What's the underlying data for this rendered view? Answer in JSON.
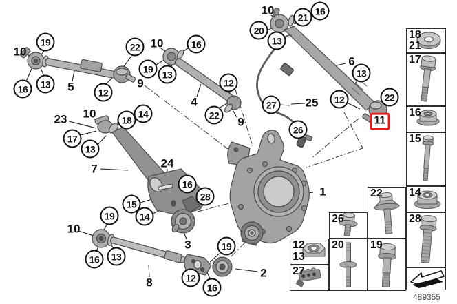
{
  "colors": {
    "highlight_red": "#e02020",
    "line_black": "#1a1a1a",
    "part_gray": "#a6a6a6"
  },
  "part_code": "489355",
  "diagram": {
    "callouts": [
      {
        "label": "10",
        "style": "plain"
      },
      {
        "label": "19",
        "style": "circle"
      },
      {
        "label": "16",
        "style": "circle"
      },
      {
        "label": "13",
        "style": "circle"
      },
      {
        "label": "5",
        "style": "plain"
      },
      {
        "label": "12",
        "style": "circle"
      },
      {
        "label": "22",
        "style": "circle"
      },
      {
        "label": "9",
        "style": "plain"
      },
      {
        "label": "10",
        "style": "plain"
      },
      {
        "label": "16",
        "style": "circle"
      },
      {
        "label": "19",
        "style": "circle"
      },
      {
        "label": "13",
        "style": "circle"
      },
      {
        "label": "4",
        "style": "plain"
      },
      {
        "label": "12",
        "style": "circle"
      },
      {
        "label": "22",
        "style": "circle"
      },
      {
        "label": "9",
        "style": "plain"
      },
      {
        "label": "10",
        "style": "plain"
      },
      {
        "label": "21",
        "style": "circle"
      },
      {
        "label": "16",
        "style": "circle"
      },
      {
        "label": "20",
        "style": "circle"
      },
      {
        "label": "13",
        "style": "circle"
      },
      {
        "label": "6",
        "style": "plain"
      },
      {
        "label": "13",
        "style": "circle"
      },
      {
        "label": "12",
        "style": "circle"
      },
      {
        "label": "22",
        "style": "circle"
      },
      {
        "label": "11",
        "style": "red-box"
      },
      {
        "label": "27",
        "style": "circle"
      },
      {
        "label": "25",
        "style": "plain"
      },
      {
        "label": "26",
        "style": "circle"
      },
      {
        "label": "23",
        "style": "plain"
      },
      {
        "label": "10",
        "style": "plain"
      },
      {
        "label": "17",
        "style": "circle"
      },
      {
        "label": "18",
        "style": "circle"
      },
      {
        "label": "14",
        "style": "circle"
      },
      {
        "label": "13",
        "style": "circle"
      },
      {
        "label": "7",
        "style": "plain"
      },
      {
        "label": "24",
        "style": "plain"
      },
      {
        "label": "16",
        "style": "circle"
      },
      {
        "label": "28",
        "style": "circle"
      },
      {
        "label": "15",
        "style": "circle"
      },
      {
        "label": "14",
        "style": "circle"
      },
      {
        "label": "3",
        "style": "plain"
      },
      {
        "label": "10",
        "style": "plain"
      },
      {
        "label": "19",
        "style": "circle"
      },
      {
        "label": "16",
        "style": "circle"
      },
      {
        "label": "13",
        "style": "circle"
      },
      {
        "label": "8",
        "style": "plain"
      },
      {
        "label": "12",
        "style": "circle"
      },
      {
        "label": "19",
        "style": "circle"
      },
      {
        "label": "16",
        "style": "circle"
      },
      {
        "label": "2",
        "style": "plain"
      },
      {
        "label": "1",
        "style": "plain"
      }
    ]
  },
  "legend": {
    "boxes": [
      {
        "labels": [
          "18",
          "21"
        ],
        "part": "washer"
      },
      {
        "labels": [
          "17"
        ],
        "part": "hex-bolt"
      },
      {
        "labels": [
          "16"
        ],
        "part": "flange-nut"
      },
      {
        "labels": [
          "15"
        ],
        "part": "long-bolt"
      },
      {
        "labels": [
          "14"
        ],
        "part": "flange-nut"
      },
      {
        "labels": [
          "28"
        ],
        "part": "threaded-hex-bolt"
      },
      {
        "labels": [],
        "part": "direction-arrow"
      },
      {
        "labels": [
          "22"
        ],
        "part": "cone-flange-bolt"
      },
      {
        "labels": [
          "19"
        ],
        "part": "hex-flange-bolt"
      },
      {
        "labels": [
          "26"
        ],
        "part": "washer-screw"
      },
      {
        "labels": [
          "20"
        ],
        "part": "collar-stud"
      },
      {
        "labels": [
          "12",
          "13"
        ],
        "part": "hex-nut"
      },
      {
        "labels": [
          "27"
        ],
        "part": "cable-holder"
      }
    ]
  }
}
